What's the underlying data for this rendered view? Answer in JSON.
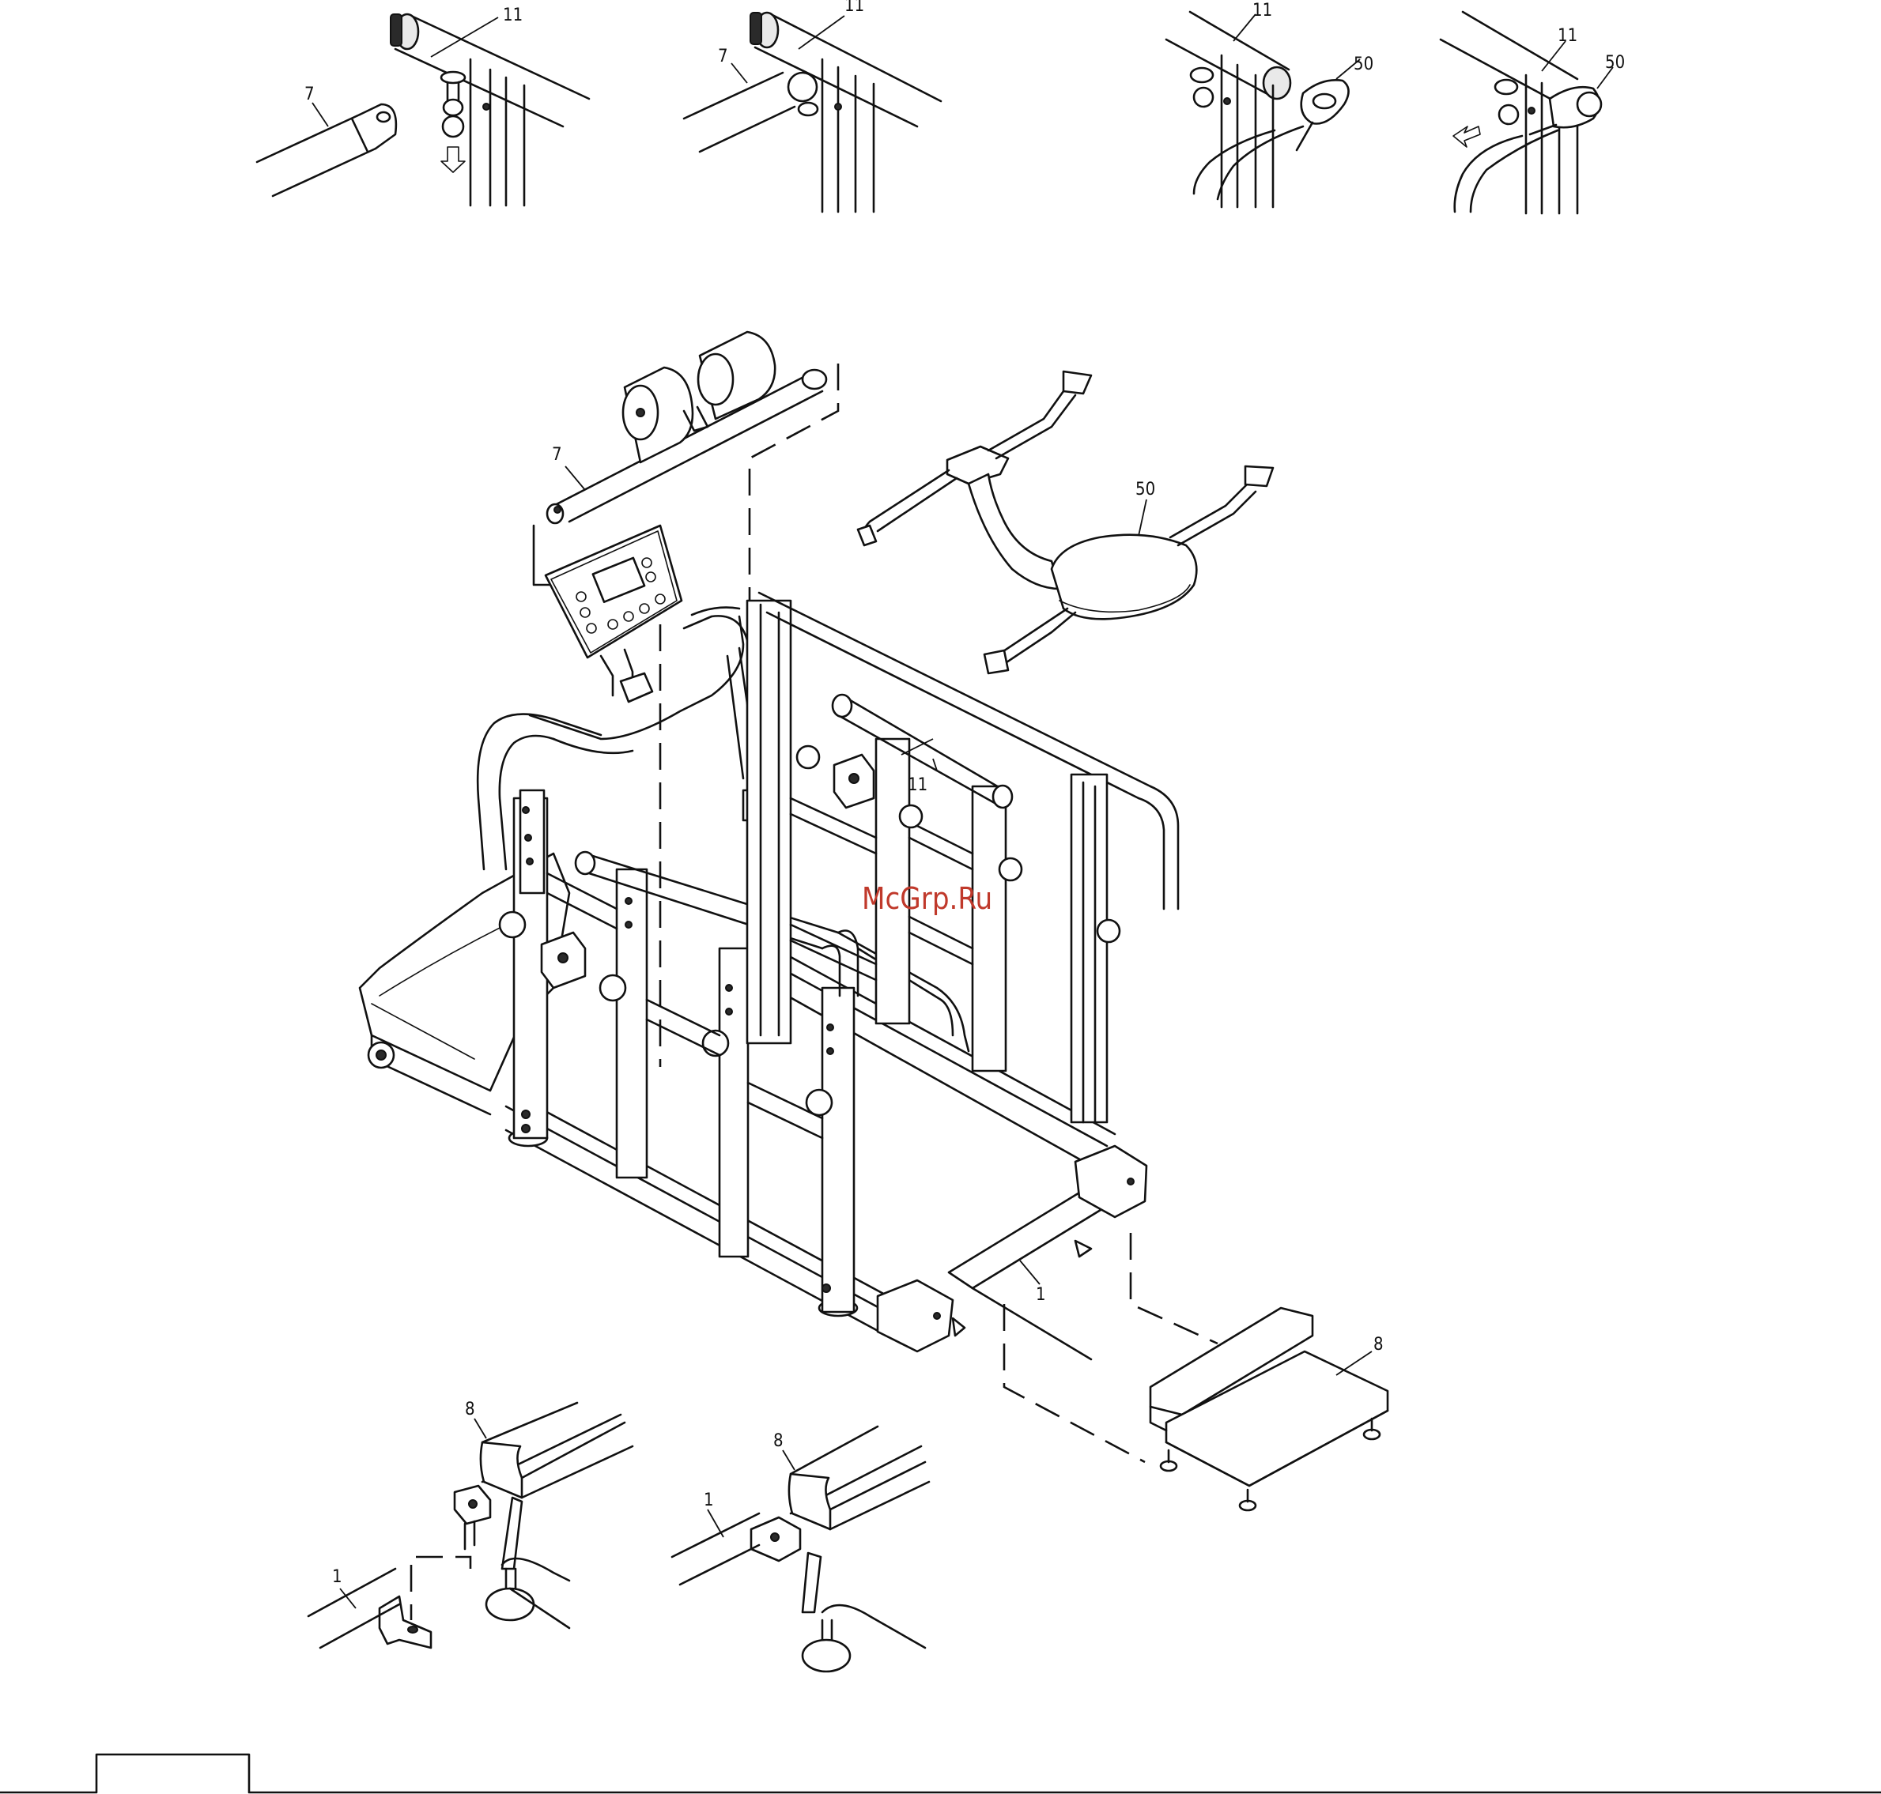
{
  "labels": {
    "p11": "11",
    "p7": "7",
    "p50": "50",
    "p1": "1",
    "p8": "8"
  },
  "watermark": "McGrp.Ru",
  "colors": {
    "line": "#111111",
    "watermark": "#c0392b",
    "background": "#ffffff"
  }
}
